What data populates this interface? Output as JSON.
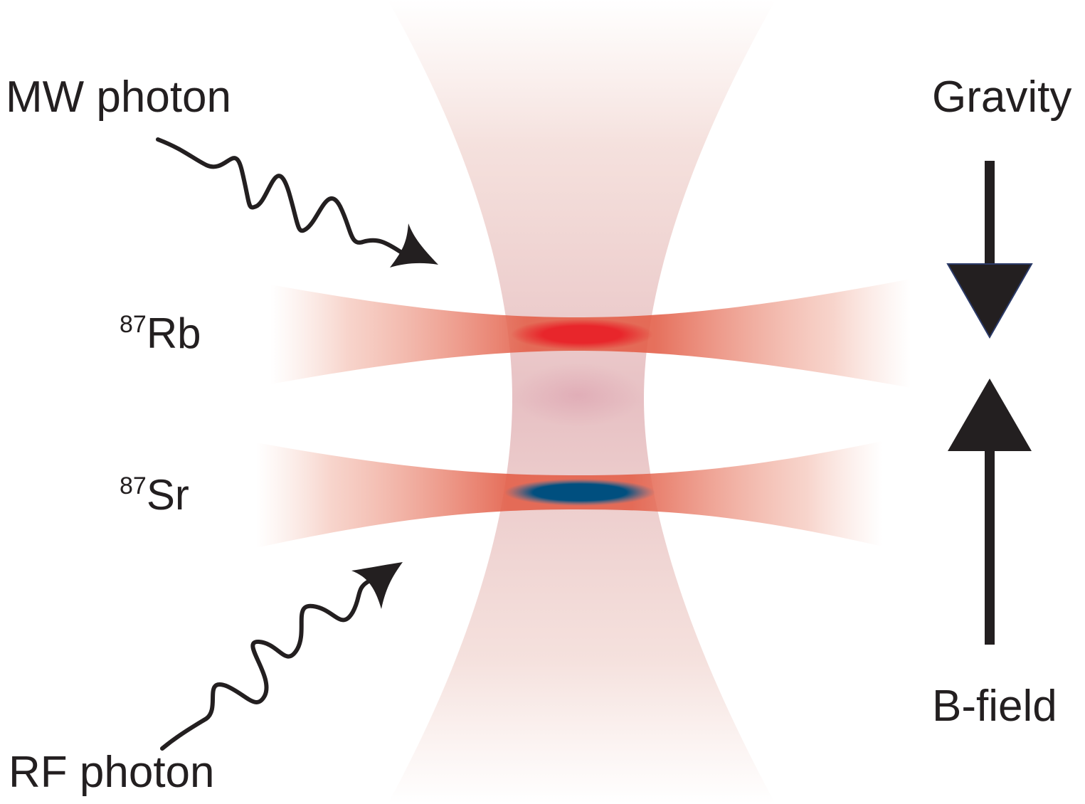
{
  "labels": {
    "mw_photon": "MW photon",
    "rf_photon": "RF photon",
    "gravity": "Gravity",
    "b_field": "B-field",
    "rb": {
      "mass": "87",
      "symbol": "Rb"
    },
    "sr": {
      "mass": "87",
      "symbol": "Sr"
    }
  },
  "colors": {
    "beam": "#e35a3c",
    "vertical_beam": "#d99a9a",
    "rb_cloud": "#e8262b",
    "sr_cloud": "#004f7f",
    "ink": "#231f20"
  }
}
